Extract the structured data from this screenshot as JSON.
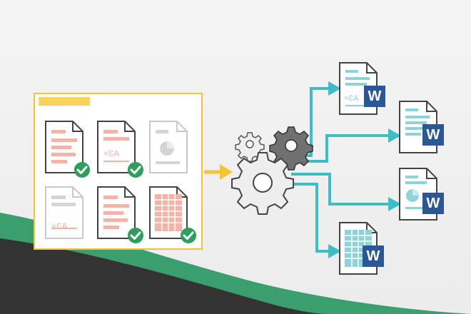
{
  "colors": {
    "frame_border": "#f4c430",
    "frame_header": "#f9d35b",
    "active_doc_lines": "#f4b3a4",
    "inactive_doc_lines": "#d4d4d4",
    "check_badge": "#2e9e5b",
    "arrow_in": "#f4c430",
    "arrow_out": "#3cbec7",
    "output_doc_lines": "#8fd3da",
    "word_badge": "#2b5797",
    "gear_light": "#eeeeee",
    "gear_dark": "#707070",
    "wave_green": "#3a9f6c",
    "wave_dark": "#333333"
  },
  "input_documents": [
    {
      "kind": "text",
      "state": "processed",
      "icon": "document-text-icon"
    },
    {
      "kind": "signature",
      "state": "processed",
      "icon": "document-signature-icon",
      "mark": "×ƐA"
    },
    {
      "kind": "chart",
      "state": "pending",
      "icon": "document-chart-icon"
    },
    {
      "kind": "signature",
      "state": "pending",
      "icon": "document-signature-icon",
      "mark": "×ƐA"
    },
    {
      "kind": "text",
      "state": "processed",
      "icon": "document-text-icon"
    },
    {
      "kind": "table",
      "state": "processed",
      "icon": "document-table-icon"
    }
  ],
  "output_documents": [
    {
      "kind": "signature",
      "badge": "W",
      "mark": "×ƐA"
    },
    {
      "kind": "text",
      "badge": "W"
    },
    {
      "kind": "chart",
      "badge": "W"
    },
    {
      "kind": "table",
      "badge": "W"
    }
  ]
}
